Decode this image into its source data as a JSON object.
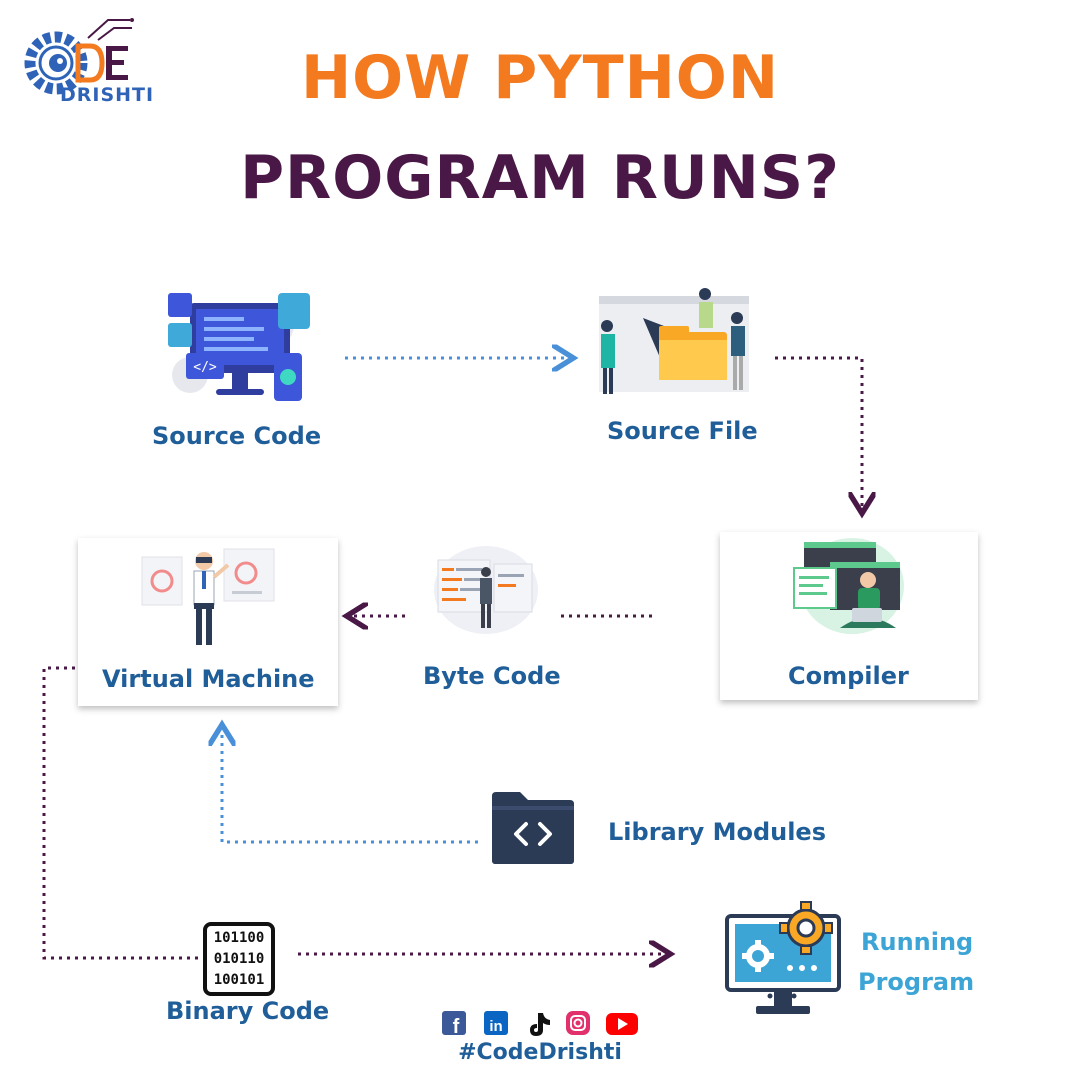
{
  "title": {
    "line1": "HOW PYTHON",
    "line2": "PROGRAM RUNS?"
  },
  "brand": {
    "name": "DRISHTI",
    "hashtag": "#CodeDrishti"
  },
  "nodes": {
    "source_code": "Source Code",
    "source_file": "Source File",
    "compiler": "Compiler",
    "byte_code": "Byte Code",
    "virtual_machine": "Virtual Machine",
    "library_modules": "Library Modules",
    "binary_code": "Binary Code",
    "running_program": [
      "Running",
      "Program"
    ]
  },
  "binary_digits": [
    "101100",
    "010110",
    "100101"
  ],
  "icons": [
    "facebook-icon",
    "linkedin-icon",
    "tiktok-icon",
    "instagram-icon",
    "youtube-icon"
  ],
  "colors": {
    "orange": "#F47A1F",
    "purple": "#4A1846",
    "blue": "#1F5E99",
    "light_blue": "#3DA5D6",
    "arrow_blue": "#4A90D9"
  }
}
